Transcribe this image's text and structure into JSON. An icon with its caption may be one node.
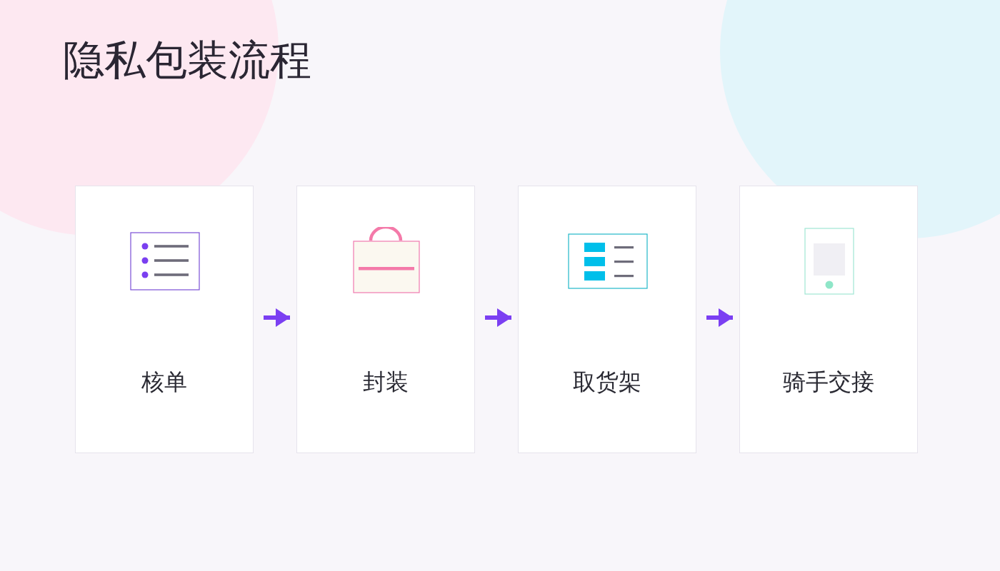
{
  "diagram": {
    "title": "隐私包装流程",
    "nodes": [
      {
        "text": [
          "核单"
        ]
      },
      {
        "text": [
          "封装"
        ]
      },
      {
        "text": [
          "取货架"
        ]
      },
      {
        "text": [
          "骑手交接"
        ]
      }
    ],
    "edges": [
      {
        "from": 0,
        "to": 1,
        "arrow": "to"
      },
      {
        "from": 1,
        "to": 2,
        "arrow": "to"
      },
      {
        "from": 2,
        "to": 3,
        "arrow": "to"
      }
    ]
  }
}
